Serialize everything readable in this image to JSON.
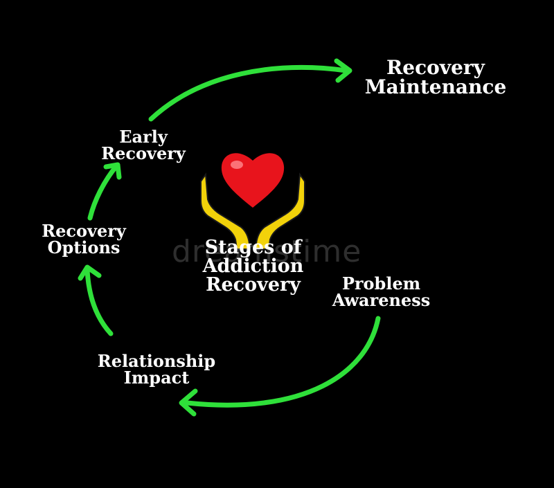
{
  "colors": {
    "background": "#000000",
    "arrow": "#2fe03a",
    "heart": "#e8141c",
    "hands": "#f2d20a",
    "text": "#ffffff"
  },
  "center": {
    "line1": "Stages of",
    "line2": "Addiction",
    "line3": "Recovery",
    "icon": "heart-in-hands-icon"
  },
  "stages": {
    "problem_awareness": {
      "line1": "Problem",
      "line2": "Awareness"
    },
    "relationship_impact": {
      "line1": "Relationship",
      "line2": "Impact"
    },
    "recovery_options": {
      "line1": "Recovery",
      "line2": "Options"
    },
    "early_recovery": {
      "line1": "Early",
      "line2": "Recovery"
    },
    "recovery_maintenance": {
      "line1": "Recovery",
      "line2": "Maintenance"
    }
  },
  "watermark": "dreamstime"
}
